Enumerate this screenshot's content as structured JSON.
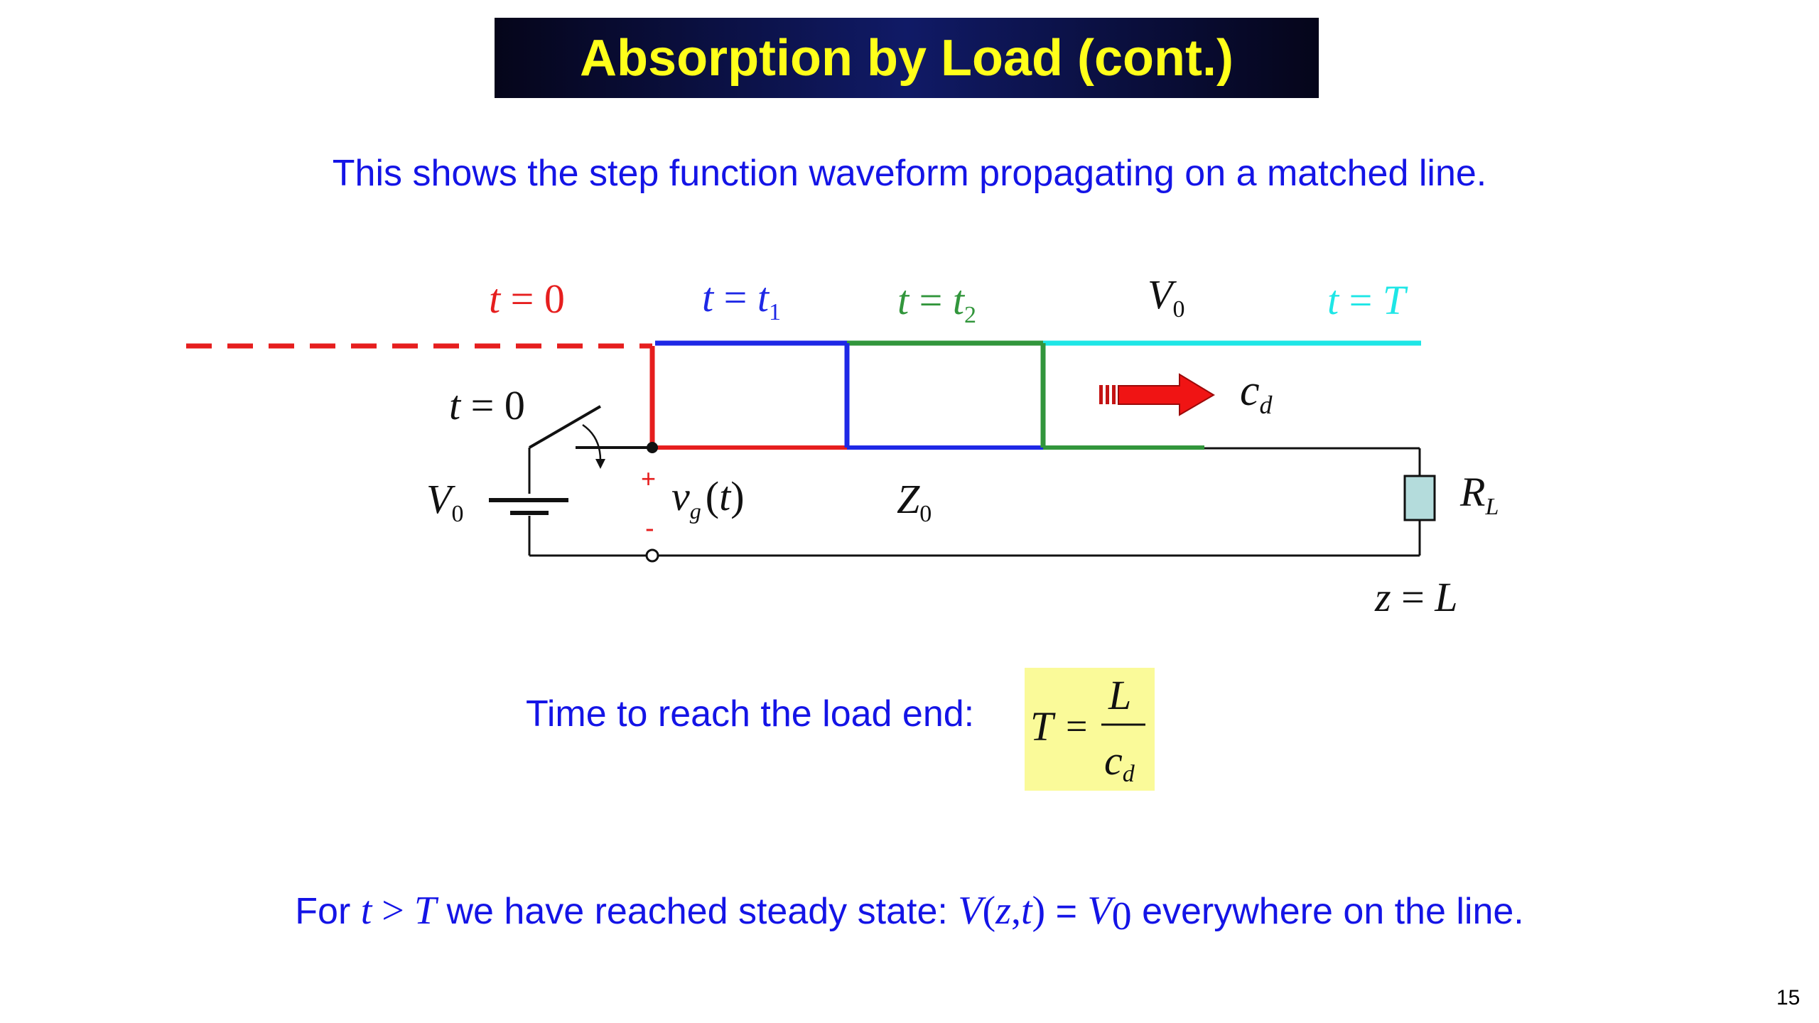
{
  "title": "Absorption by Load (cont.)",
  "subtitle": "This shows the step function waveform propagating on a matched line.",
  "colors": {
    "title_bg": "#0a0f4a",
    "title_text": "#ffff1a",
    "body_text": "#1414e6",
    "wave_t0": "#e61e1e",
    "wave_t1": "#1e28e6",
    "wave_t2": "#32963c",
    "wave_T": "#1ee6e6",
    "formula_bg": "#fafa99",
    "resistor_fill": "#b4dcdc"
  },
  "diagram": {
    "wave_labels": {
      "t0": {
        "var": "t",
        "eq": " = ",
        "value": "0"
      },
      "t1": {
        "var": "t",
        "eq": " = ",
        "rhs": "t",
        "sub": "1"
      },
      "t2": {
        "var": "t",
        "eq": " = ",
        "rhs": "t",
        "sub": "2"
      },
      "V0": {
        "var": "V",
        "sub": "0"
      },
      "tT": {
        "var": "t",
        "eq": " = ",
        "rhs": "T"
      }
    },
    "switch_label": {
      "var": "t",
      "eq": " = ",
      "value": "0"
    },
    "source_label": {
      "var": "V",
      "sub": "0"
    },
    "vg_label": {
      "var": "v",
      "sub": "g",
      "open": "(",
      "arg": "t",
      "close": ")"
    },
    "plus": "+",
    "minus": "-",
    "line_label": {
      "var": "Z",
      "sub": "0"
    },
    "load_label": {
      "var": "R",
      "sub": "L"
    },
    "velocity_label": {
      "var": "c",
      "sub": "d"
    },
    "position_label": {
      "var": "z",
      "eq": " = ",
      "rhs": "L"
    }
  },
  "time_text": "Time to reach the load end:",
  "formula": {
    "lhs": "T",
    "eq": "=",
    "num": "L",
    "den": "c",
    "den_sub": "d"
  },
  "bottom": {
    "t1": "For ",
    "m1": "t",
    "m2": " > ",
    "m3": "T",
    "t2": "  we have reached steady state: ",
    "m4": "V",
    "m5": "(",
    "m6": "z",
    "m7": ",",
    "m8": "t",
    "m9": ")",
    "m10": " = ",
    "m11": "V",
    "m12": "0",
    "t3": " everywhere on the line."
  },
  "page_number": "15"
}
